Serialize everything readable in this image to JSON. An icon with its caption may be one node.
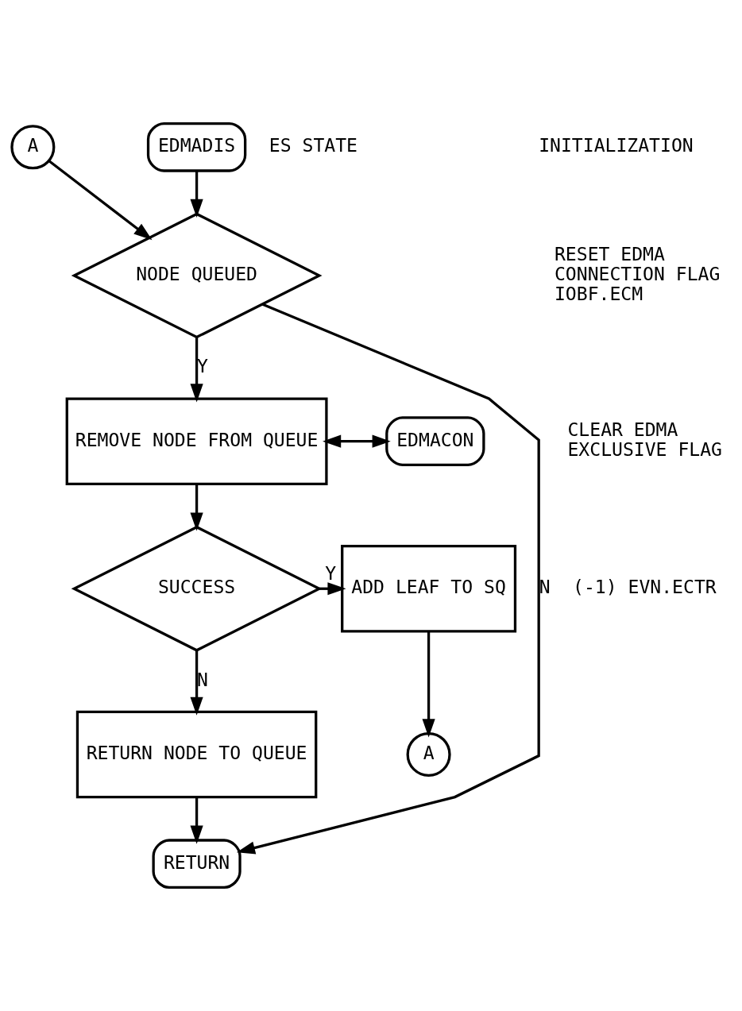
{
  "diagram": {
    "nodes": [
      {
        "text": [
          "EDMADIS"
        ],
        "beside": [
          "ES STATE"
        ]
      },
      {
        "text": [
          "A"
        ]
      },
      {
        "text": [
          "NODE QUEUED"
        ]
      },
      {
        "text": [
          "REMOVE NODE FROM QUEUE"
        ]
      },
      {
        "text": [
          "EDMACON"
        ]
      },
      {
        "text": [
          "SUCCESS"
        ]
      },
      {
        "text": [
          "ADD LEAF TO SQ"
        ]
      },
      {
        "text": [
          "A"
        ]
      },
      {
        "text": [
          "RETURN NODE TO QUEUE"
        ]
      },
      {
        "text": [
          "RETURN"
        ]
      }
    ],
    "edges": [
      {
        "from": 0,
        "to": 2,
        "arrow": "to"
      },
      {
        "from": 1,
        "to": 2,
        "arrow": "to"
      },
      {
        "from": 2,
        "to": 3,
        "arrow": "to",
        "label": "Y"
      },
      {
        "from": 3,
        "to": 5,
        "arrow": "to"
      },
      {
        "from": 3,
        "to": 4,
        "arrow": "both"
      },
      {
        "from": 5,
        "to": 6,
        "arrow": "to",
        "label": "Y"
      },
      {
        "from": 5,
        "to": 8,
        "arrow": "to",
        "label": "N"
      },
      {
        "from": 6,
        "to": 7,
        "arrow": "to"
      },
      {
        "from": 2,
        "to": 9,
        "arrow": "to",
        "label": "N"
      },
      {
        "from": 8,
        "to": 9,
        "arrow": "to"
      }
    ],
    "labels": [
      "INITIALIZATION",
      "RESET EDMA CONNECTION FLAG IOBF.ECM",
      "CLEAR EDMA EXCLUSIVE FLAG",
      "(-1) EVN.ECTR"
    ]
  }
}
